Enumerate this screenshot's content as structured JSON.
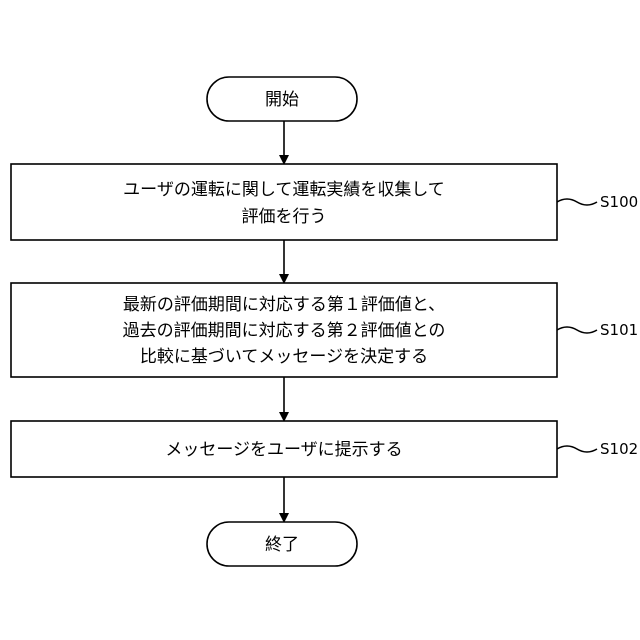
{
  "flowchart": {
    "start": {
      "label": "開始"
    },
    "steps": [
      {
        "id": "S100",
        "lines": [
          "ユーザの運転に関して運転実績を収集して",
          "評価を行う"
        ]
      },
      {
        "id": "S101",
        "lines": [
          "最新の評価期間に対応する第１評価値と、",
          "過去の評価期間に対応する第２評価値との",
          "比較に基づいてメッセージを決定する"
        ]
      },
      {
        "id": "S102",
        "lines": [
          "メッセージをユーザに提示する"
        ]
      }
    ],
    "end": {
      "label": "終了"
    }
  }
}
